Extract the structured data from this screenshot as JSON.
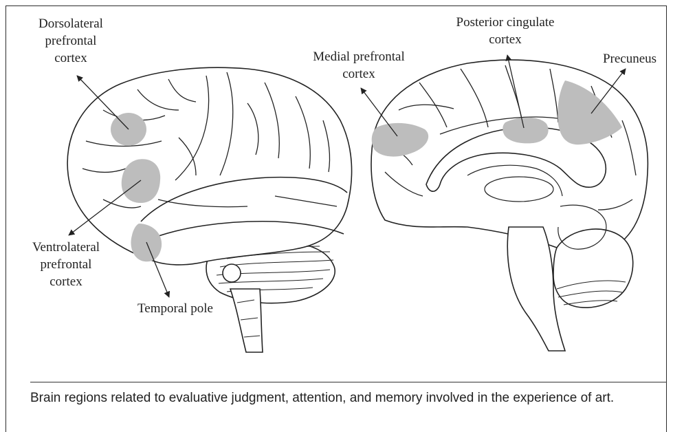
{
  "colors": {
    "region_fill": "#bdbdbd",
    "line": "#222222"
  },
  "labels": {
    "dlpfc": "Dorsolateral\nprefrontal\ncortex",
    "vlpfc": "Ventrolateral\nprefrontal\ncortex",
    "temporal_pole": "Temporal pole",
    "mpfc": "Medial prefrontal\ncortex",
    "pcc": "Posterior cingulate\ncortex",
    "precuneus": "Precuneus"
  },
  "caption": "Brain regions related to evaluative judgment, attention, and memory involved in the experience of art."
}
